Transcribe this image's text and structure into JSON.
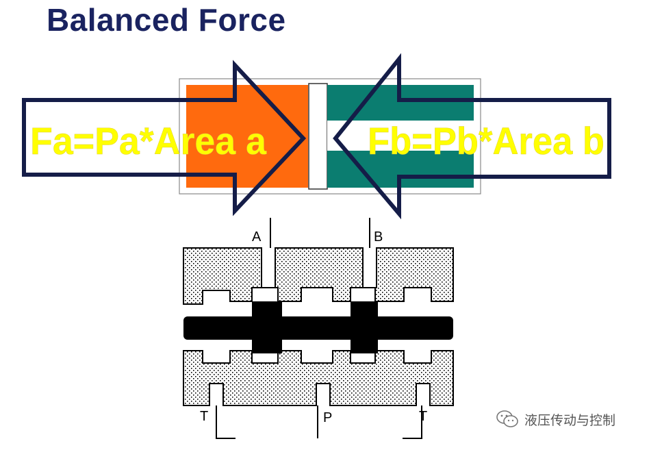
{
  "title": "Balanced Force",
  "force_left": "Fa=Pa*Area a",
  "force_right": "Fb=Pb*Area b",
  "ports": {
    "a": "A",
    "b": "B",
    "p": "P",
    "t_left": "T",
    "t_right": "T"
  },
  "watermark": {
    "text": "液压传动与控制",
    "icon": "wechat-icon"
  },
  "colors": {
    "title": "#1a2360",
    "piston_a": "#ff6a0e",
    "piston_b": "#0b7d70",
    "arrow_outline": "#151d48",
    "force_text": "#ffff00"
  }
}
